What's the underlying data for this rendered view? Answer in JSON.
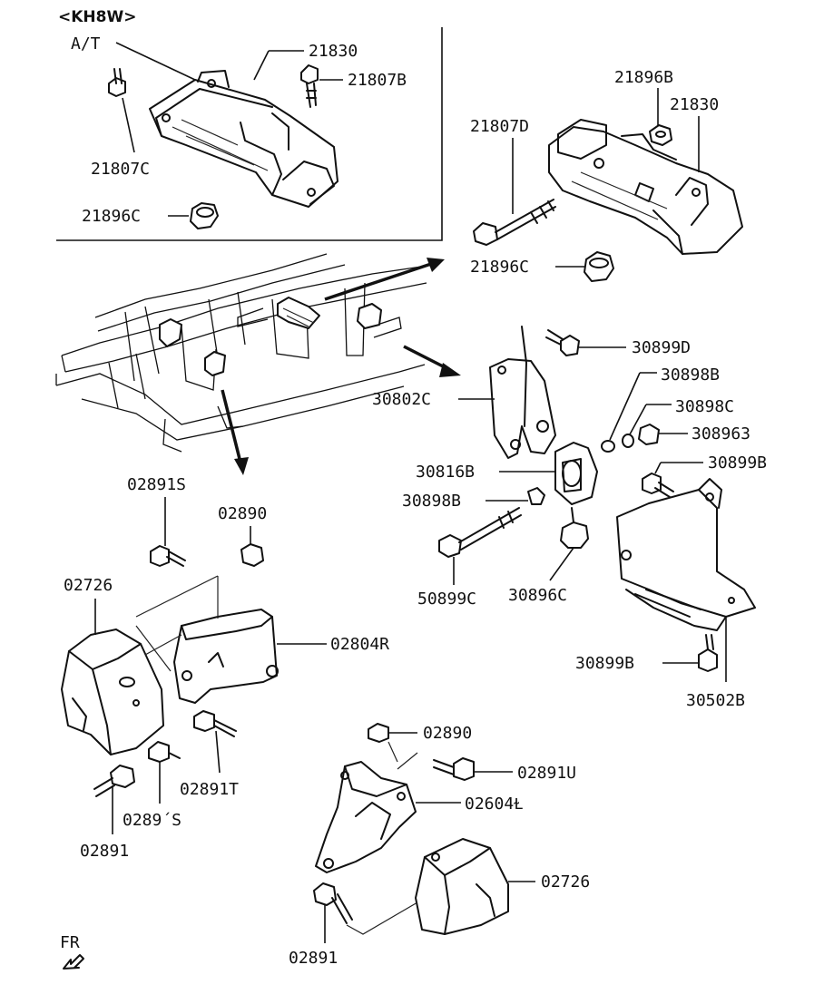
{
  "header": {
    "variant": "<KH8W>",
    "transmission": "A/T"
  },
  "parts": {
    "p21830_inset": "21830",
    "p21807b": "21807B",
    "p21807c": "21807C",
    "p21896c_inset": "21896C",
    "p21896b": "21896B",
    "p21830": "21830",
    "p21807d": "21807D",
    "p21896c": "21896C",
    "p30899d": "30899D",
    "p30898b_a": "30898B",
    "p30898c": "30898C",
    "p308963": "308963",
    "p30802c": "30802C",
    "p30816b": "30816B",
    "p30899b_a": "30899B",
    "p30898b_b": "30898B",
    "p50899c": "50899C",
    "p30896c": "30896C",
    "p30899b_b": "30899B",
    "p30802b": "30502B",
    "p02891s_a": "02891S",
    "p02890_a": "02890",
    "p02726_a": "02726",
    "p02804r": "02804R",
    "p02891t": "02891T",
    "p02891s_b": "0289´S",
    "p02891_a": "02891",
    "p02890_b": "02890",
    "p02891u": "02891U",
    "p02804l": "02604Ɫ",
    "p02726_b": "02726",
    "p02891_b": "02891"
  },
  "footer": {
    "front_label": "FR"
  },
  "colors": {
    "line": "#111111",
    "background": "#ffffff"
  }
}
